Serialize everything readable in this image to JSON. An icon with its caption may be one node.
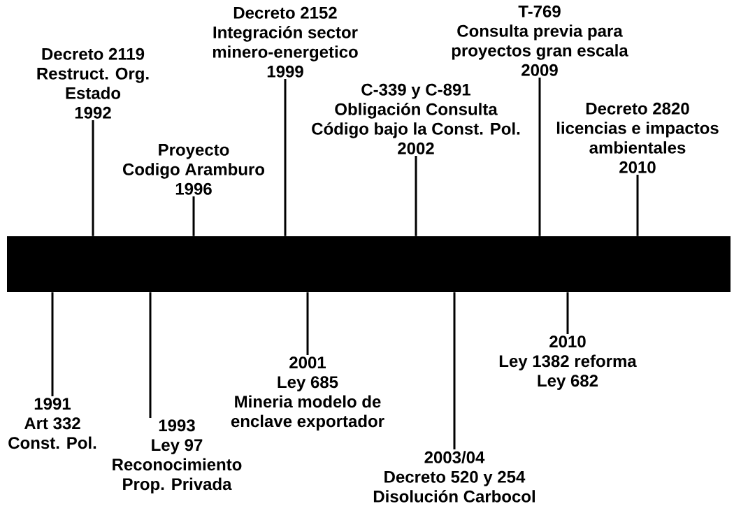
{
  "diagram": {
    "nodes": [
      {
        "text": [
          "Decreto 2119",
          "Restruct. Org.",
          "Estado",
          "1992"
        ]
      },
      {
        "text": [
          "Proyecto",
          "Codigo Aramburo",
          "1996"
        ]
      },
      {
        "text": [
          "Decreto 2152",
          "Integración sector",
          "minero-energetico",
          "1999"
        ]
      },
      {
        "text": [
          "C-339 y C-891",
          "Obligación Consulta",
          "Código bajo la Const. Pol.",
          "2002"
        ]
      },
      {
        "text": [
          "T-769",
          "Consulta previa para",
          "proyectos gran escala",
          "2009"
        ]
      },
      {
        "text": [
          "Decreto 2820",
          "licencias e impactos",
          "ambientales",
          "2010"
        ]
      },
      {
        "text": [],
        "shape": "bar"
      },
      {
        "text": [
          "1991",
          "Art 332",
          "Const. Pol."
        ]
      },
      {
        "text": [
          "1993",
          "Ley 97",
          "Reconocimiento",
          "Prop. Privada"
        ]
      },
      {
        "text": [
          "2001",
          "Ley 685",
          "Mineria modelo de",
          "enclave exportador"
        ]
      },
      {
        "text": [
          "2003/04",
          "Decreto 520 y 254",
          "Disolución Carbocol"
        ]
      },
      {
        "text": [
          "2010",
          "Ley 1382 reforma",
          "Ley 682"
        ]
      }
    ],
    "edges": [
      {
        "from": 0,
        "to": 6,
        "arrow": "none"
      },
      {
        "from": 1,
        "to": 6,
        "arrow": "none"
      },
      {
        "from": 2,
        "to": 6,
        "arrow": "none"
      },
      {
        "from": 3,
        "to": 6,
        "arrow": "none"
      },
      {
        "from": 4,
        "to": 6,
        "arrow": "none"
      },
      {
        "from": 5,
        "to": 6,
        "arrow": "none"
      },
      {
        "from": 7,
        "to": 6,
        "arrow": "none"
      },
      {
        "from": 8,
        "to": 6,
        "arrow": "none"
      },
      {
        "from": 9,
        "to": 6,
        "arrow": "none"
      },
      {
        "from": 10,
        "to": 6,
        "arrow": "none"
      },
      {
        "from": 11,
        "to": 6,
        "arrow": "none"
      }
    ]
  }
}
